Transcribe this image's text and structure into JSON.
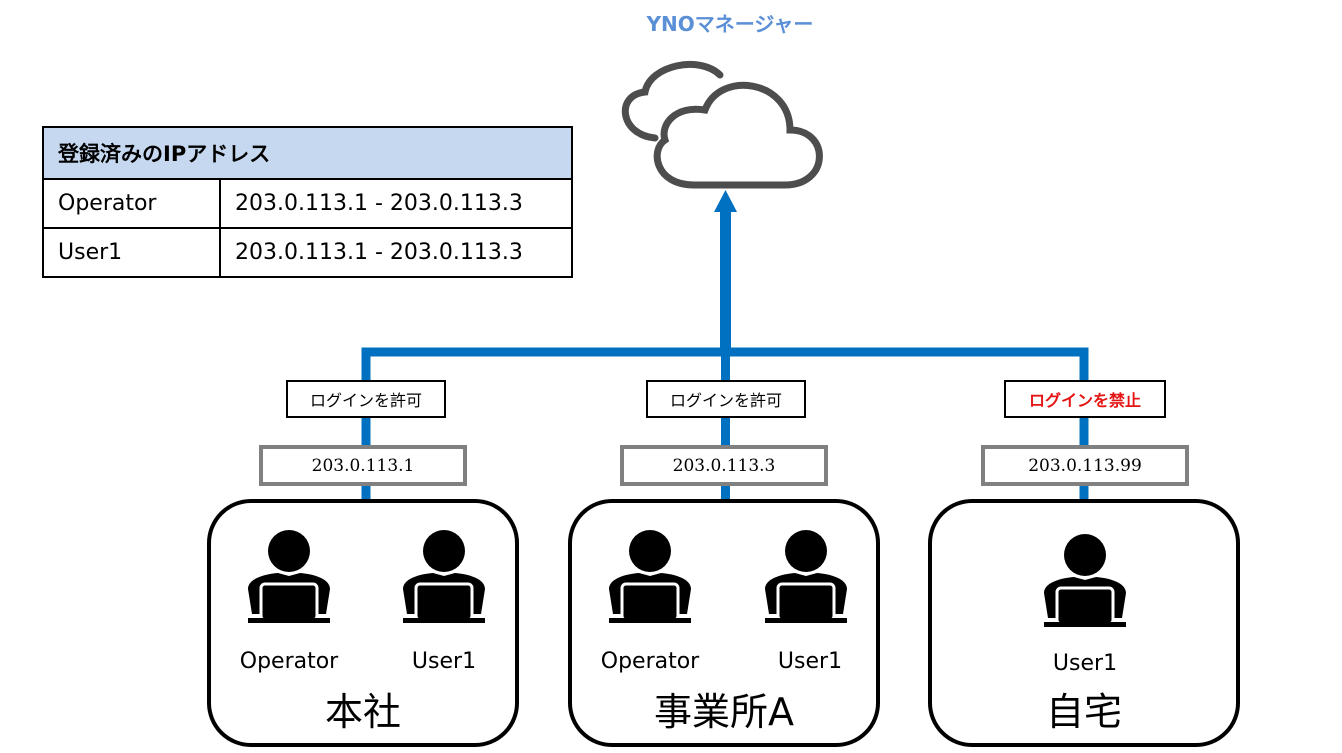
{
  "header": {
    "title": "YNOマネージャー",
    "cloud_icon": "cloud-icon"
  },
  "colors": {
    "line": "#0070c0",
    "title": "#5b8fd6",
    "deny": "#e51414",
    "table_header": "#c6d8ef",
    "ip_border": "#808080"
  },
  "registered_ips": {
    "title": "登録済みのIPアドレス",
    "rows": [
      {
        "user": "Operator",
        "range": "203.0.113.1 - 203.0.113.3"
      },
      {
        "user": "User1",
        "range": "203.0.113.1 - 203.0.113.3"
      }
    ]
  },
  "sites": [
    {
      "name": "本社",
      "ip": "203.0.113.1",
      "status": "ログインを許可",
      "allowed": true,
      "users": [
        "Operator",
        "User1"
      ]
    },
    {
      "name": "事業所A",
      "ip": "203.0.113.3",
      "status": "ログインを許可",
      "allowed": true,
      "users": [
        "Operator",
        "User1"
      ]
    },
    {
      "name": "自宅",
      "ip": "203.0.113.99",
      "status": "ログインを禁止",
      "allowed": false,
      "users": [
        "User1"
      ]
    }
  ]
}
